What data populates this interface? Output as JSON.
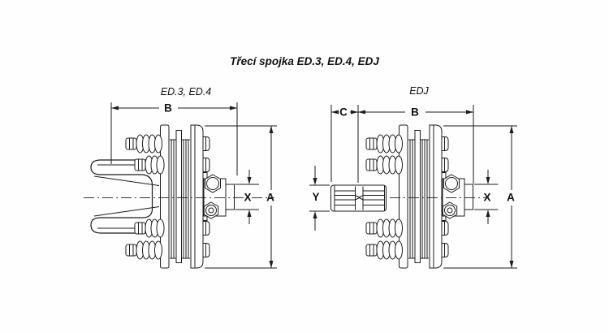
{
  "title": "Třecí spojka ED.3, ED.4, EDJ",
  "left_diagram": {
    "label": "ED.3, ED.4",
    "dimensions": {
      "B": "B",
      "A": "A",
      "X": "X"
    }
  },
  "right_diagram": {
    "label": "EDJ",
    "dimensions": {
      "C": "C",
      "B": "B",
      "Y": "Y",
      "X": "X",
      "A": "A"
    }
  },
  "colors": {
    "line": "#1c1c1c",
    "background": "#ffffff",
    "text": "#111111"
  }
}
